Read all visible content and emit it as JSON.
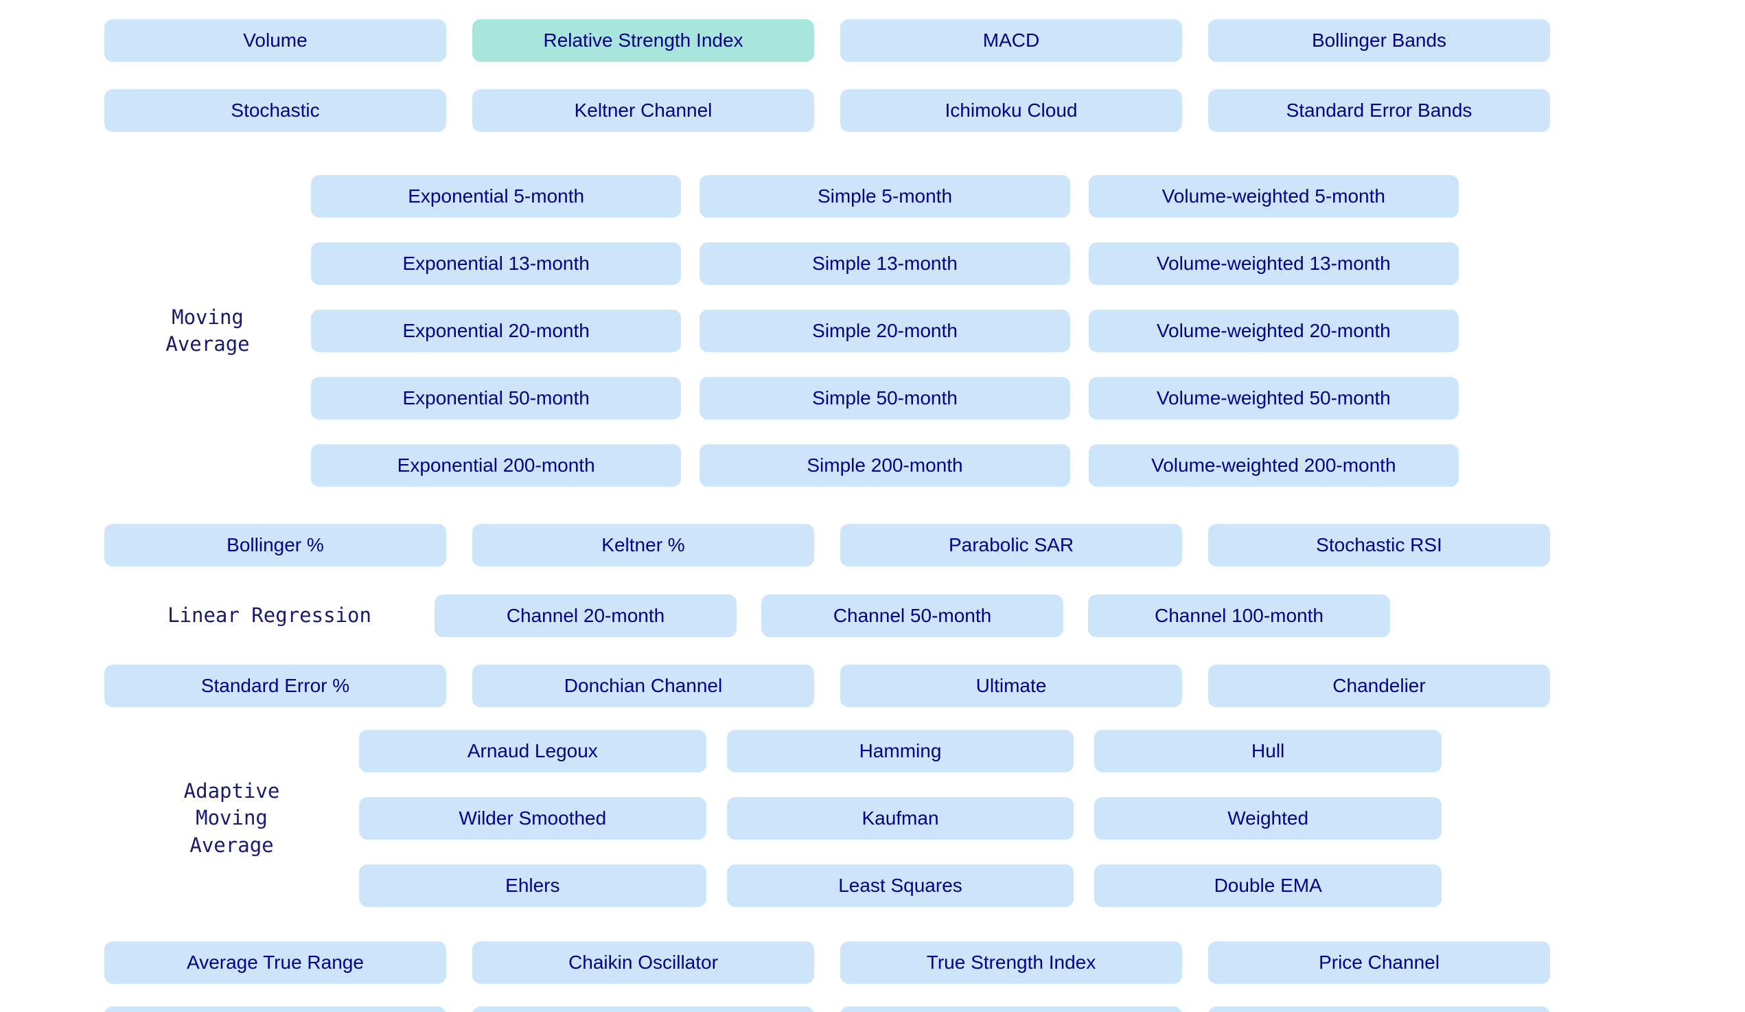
{
  "theme": {
    "background": "#ffffff",
    "button_background": "#cce5fb",
    "button_selected_background": "#a8e6dd",
    "button_text_color": "#00008b",
    "section_label_color": "#191970"
  },
  "rows": {
    "row1": [
      {
        "label": "Volume",
        "selected": false
      },
      {
        "label": "Relative Strength Index",
        "selected": true
      },
      {
        "label": "MACD",
        "selected": false
      },
      {
        "label": "Bollinger Bands",
        "selected": false
      }
    ],
    "row2": [
      {
        "label": "Stochastic",
        "selected": false
      },
      {
        "label": "Keltner Channel",
        "selected": false
      },
      {
        "label": "Ichimoku Cloud",
        "selected": false
      },
      {
        "label": "Standard Error Bands",
        "selected": false
      }
    ],
    "row3": [
      {
        "label": "Bollinger %",
        "selected": false
      },
      {
        "label": "Keltner %",
        "selected": false
      },
      {
        "label": "Parabolic SAR",
        "selected": false
      },
      {
        "label": "Stochastic RSI",
        "selected": false
      }
    ],
    "row4": [
      {
        "label": "Standard Error %",
        "selected": false
      },
      {
        "label": "Donchian Channel",
        "selected": false
      },
      {
        "label": "Ultimate",
        "selected": false
      },
      {
        "label": "Chandelier",
        "selected": false
      }
    ],
    "row5": [
      {
        "label": "Average True Range",
        "selected": false
      },
      {
        "label": "Chaikin Oscillator",
        "selected": false
      },
      {
        "label": "True Strength Index",
        "selected": false
      },
      {
        "label": "Price Channel",
        "selected": false
      }
    ],
    "row6_partial": [
      {
        "label": "",
        "selected": false
      },
      {
        "label": "",
        "selected": false
      },
      {
        "label": "",
        "selected": false
      },
      {
        "label": "",
        "selected": false
      }
    ]
  },
  "moving_average": {
    "label": "Moving\nAverage",
    "buttons": [
      {
        "label": "Exponential 5-month",
        "selected": false
      },
      {
        "label": "Simple 5-month",
        "selected": false
      },
      {
        "label": "Volume-weighted 5-month",
        "selected": false
      },
      {
        "label": "Exponential 13-month",
        "selected": false
      },
      {
        "label": "Simple 13-month",
        "selected": false
      },
      {
        "label": "Volume-weighted 13-month",
        "selected": false
      },
      {
        "label": "Exponential 20-month",
        "selected": false
      },
      {
        "label": "Simple 20-month",
        "selected": false
      },
      {
        "label": "Volume-weighted 20-month",
        "selected": false
      },
      {
        "label": "Exponential 50-month",
        "selected": false
      },
      {
        "label": "Simple 50-month",
        "selected": false
      },
      {
        "label": "Volume-weighted 50-month",
        "selected": false
      },
      {
        "label": "Exponential 200-month",
        "selected": false
      },
      {
        "label": "Simple 200-month",
        "selected": false
      },
      {
        "label": "Volume-weighted 200-month",
        "selected": false
      }
    ]
  },
  "linear_regression": {
    "label": "Linear Regression",
    "buttons": [
      {
        "label": "Channel 20-month",
        "selected": false
      },
      {
        "label": "Channel 50-month",
        "selected": false
      },
      {
        "label": "Channel 100-month",
        "selected": false
      }
    ]
  },
  "adaptive_moving_average": {
    "label": "Adaptive\nMoving\nAverage",
    "buttons": [
      {
        "label": "Arnaud Legoux",
        "selected": false
      },
      {
        "label": "Hamming",
        "selected": false
      },
      {
        "label": "Hull",
        "selected": false
      },
      {
        "label": "Wilder Smoothed",
        "selected": false
      },
      {
        "label": "Kaufman",
        "selected": false
      },
      {
        "label": "Weighted",
        "selected": false
      },
      {
        "label": "Ehlers",
        "selected": false
      },
      {
        "label": "Least Squares",
        "selected": false
      },
      {
        "label": "Double EMA",
        "selected": false
      }
    ]
  }
}
